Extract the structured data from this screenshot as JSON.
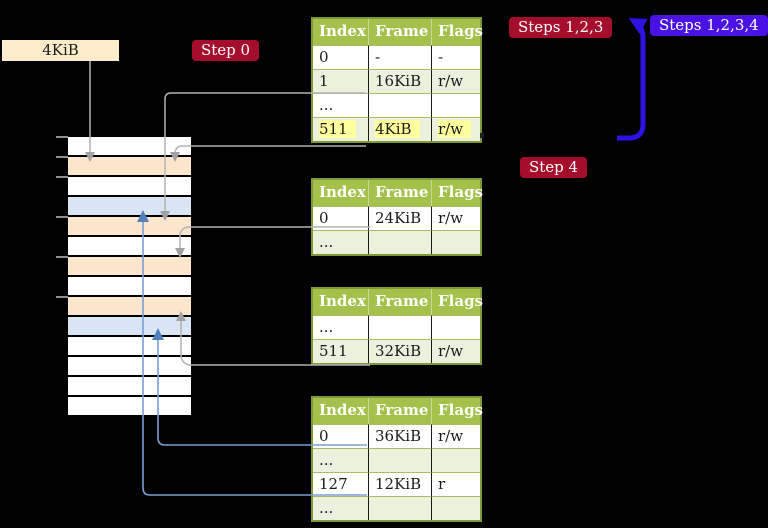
{
  "labels": {
    "frame_label": "4KiB",
    "step0": "Step 0",
    "steps_123": "Steps 1,2,3",
    "steps_1234": "Steps 1,2,3,4",
    "step4": "Step 4"
  },
  "colors": {
    "background": "#000000",
    "table_header_bg": "#a3c14b",
    "table_border": "#7f9a34",
    "row_alt_bg": "#ebf1dd",
    "highlight_bg": "#ffff9e",
    "frame_pagetable_bg": "#fbe5cd",
    "frame_mapped_bg": "#d9e5f3",
    "frame_label_bg": "#fbeccb",
    "step_red_bg": "#a50d2d",
    "step_blue_bg": "#4a13e6",
    "gray_arrow": "#b3b3b3",
    "blue_arrow": "#7b9fd4",
    "loop_arrow": "#2d12e3"
  },
  "memory": {
    "rows": [
      "plain",
      "pagetable",
      "plain",
      "mapped",
      "pagetable",
      "plain",
      "pagetable",
      "plain",
      "pagetable",
      "mapped",
      "plain",
      "plain",
      "plain",
      "plain"
    ],
    "ticks": [
      0,
      1,
      2,
      4,
      6,
      8
    ]
  },
  "tables": [
    {
      "headers": [
        "Index",
        "Frame",
        "Flags"
      ],
      "rows": [
        {
          "cells": [
            "0",
            "-",
            "-"
          ],
          "shade": false,
          "highlight": false
        },
        {
          "cells": [
            "1",
            "16KiB",
            "r/w"
          ],
          "shade": true,
          "highlight": false
        },
        {
          "cells": [
            "...",
            "",
            ""
          ],
          "shade": false,
          "highlight": false
        },
        {
          "cells": [
            "511",
            "4KiB",
            "r/w"
          ],
          "shade": true,
          "highlight": true
        }
      ]
    },
    {
      "headers": [
        "Index",
        "Frame",
        "Flags"
      ],
      "rows": [
        {
          "cells": [
            "0",
            "24KiB",
            "r/w"
          ],
          "shade": false,
          "highlight": false
        },
        {
          "cells": [
            "...",
            "",
            ""
          ],
          "shade": true,
          "highlight": false
        }
      ]
    },
    {
      "headers": [
        "Index",
        "Frame",
        "Flags"
      ],
      "rows": [
        {
          "cells": [
            "...",
            "",
            ""
          ],
          "shade": false,
          "highlight": false
        },
        {
          "cells": [
            "511",
            "32KiB",
            "r/w"
          ],
          "shade": true,
          "highlight": false
        }
      ]
    },
    {
      "headers": [
        "Index",
        "Frame",
        "Flags"
      ],
      "rows": [
        {
          "cells": [
            "0",
            "36KiB",
            "r/w"
          ],
          "shade": false,
          "highlight": false
        },
        {
          "cells": [
            "...",
            "",
            ""
          ],
          "shade": true,
          "highlight": false
        },
        {
          "cells": [
            "127",
            "12KiB",
            "r"
          ],
          "shade": false,
          "highlight": false
        },
        {
          "cells": [
            "...",
            "",
            ""
          ],
          "shade": true,
          "highlight": false
        }
      ]
    }
  ]
}
